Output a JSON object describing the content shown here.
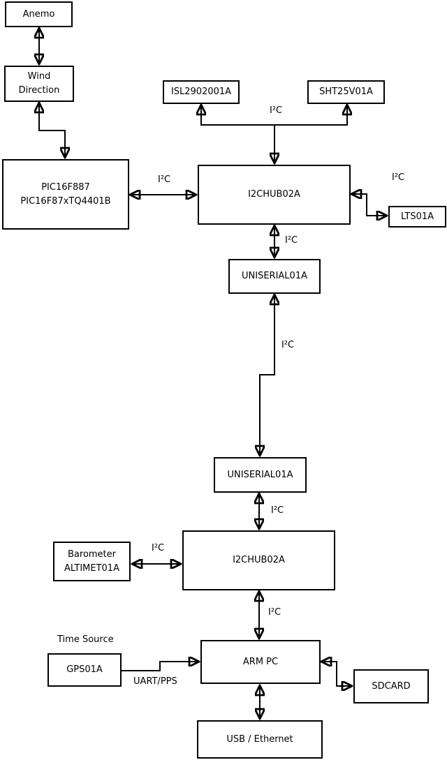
{
  "diagram": {
    "colors": {
      "background": "#ffffff",
      "line": "#000000",
      "text": "#000000"
    },
    "nodes": {
      "anemo": {
        "label": "Anemo"
      },
      "wind_direction": {
        "line1": "Wind",
        "line2": "Direction"
      },
      "pic": {
        "line1": "PIC16F887",
        "line2": "PIC16F87xTQ4401B"
      },
      "isl": {
        "label": "ISL2902001A"
      },
      "sht": {
        "label": "SHT25V01A"
      },
      "i2chub_top": {
        "label": "I2CHUB02A"
      },
      "lts": {
        "label": "LTS01A"
      },
      "uniserial_top": {
        "label": "UNISERIAL01A"
      },
      "uniserial_bottom": {
        "label": "UNISERIAL01A"
      },
      "i2chub_bottom": {
        "label": "I2CHUB02A"
      },
      "barometer": {
        "line1": "Barometer",
        "line2": "ALTIMET01A"
      },
      "gps": {
        "label": "GPS01A"
      },
      "arm_pc": {
        "label": "ARM PC"
      },
      "sdcard": {
        "label": "SDCARD"
      },
      "usb_ethernet": {
        "label": "USB / Ethernet"
      }
    },
    "labels": {
      "i2c": "I²C",
      "time_source": "Time Source",
      "uart_pps": "UART/PPS"
    }
  }
}
